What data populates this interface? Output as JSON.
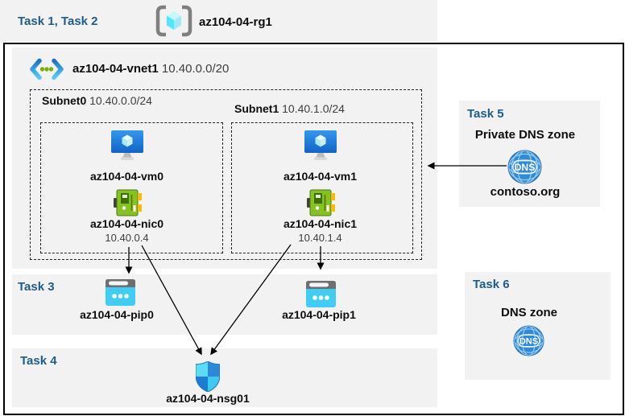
{
  "header": {
    "tasks_label": "Task 1, Task 2",
    "resource_group": "az104-04-rg1"
  },
  "vnet": {
    "name": "az104-04-vnet1",
    "cidr": "10.40.0.0/20"
  },
  "subnet0": {
    "name": "Subnet0",
    "cidr": "10.40.0.0/24",
    "vm": "az104-04-vm0",
    "nic": "az104-04-nic0",
    "nic_ip": "10.40.0.4"
  },
  "subnet1": {
    "name": "Subnet1",
    "cidr": "10.40.1.0/24",
    "vm": "az104-04-vm1",
    "nic": "az104-04-nic1",
    "nic_ip": "10.40.1.4"
  },
  "task3": {
    "label": "Task 3",
    "pip0": "az104-04-pip0",
    "pip1": "az104-04-pip1"
  },
  "task4": {
    "label": "Task 4",
    "nsg": "az104-04-nsg01"
  },
  "task5": {
    "label": "Task 5",
    "title": "Private DNS zone",
    "zone_name": "contoso.org",
    "dns_icon_text": "DNS"
  },
  "task6": {
    "label": "Task 6",
    "title": "DNS zone",
    "dns_icon_text": "DNS"
  },
  "icons": {
    "resource_group": "resource-group-icon",
    "virtual_network": "virtual-network-icon",
    "virtual_machine": "virtual-machine-icon",
    "network_interface": "network-interface-icon",
    "public_ip": "public-ip-icon",
    "network_security_group": "shield-icon",
    "dns": "dns-globe-icon"
  },
  "colors": {
    "task_label": "#1d5c8d",
    "panel_bg": "#f2f2f2",
    "arrow": "#000000",
    "pip_cyan": "#3fcdf3",
    "nic_green": "#86c226",
    "dns_blue": "#2f8bd9",
    "shield_blue": "#2c89d8"
  }
}
